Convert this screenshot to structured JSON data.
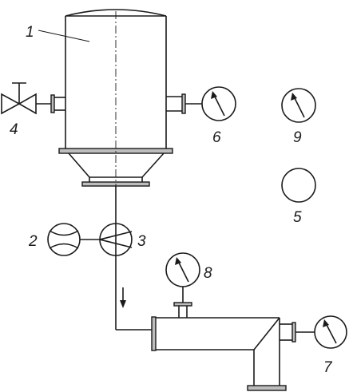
{
  "labels": {
    "vessel": "1",
    "flow_meter": "2",
    "pump": "3",
    "valve": "4",
    "indicator": "5",
    "gauge_vessel": "6",
    "gauge_pipe": "7",
    "gauge_riser": "8",
    "gauge_standalone": "9"
  }
}
